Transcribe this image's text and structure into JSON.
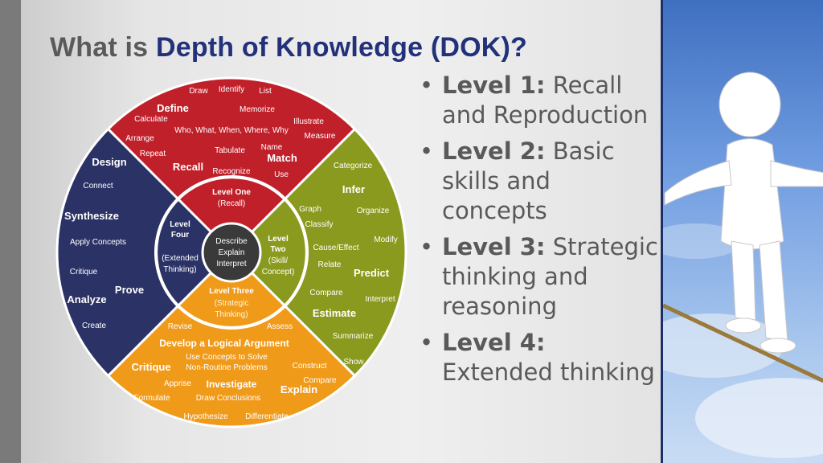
{
  "title": {
    "part1": "What is ",
    "part2": "Depth of Knowledge (DOK)?"
  },
  "bullets": [
    {
      "level": "Level 1:",
      "desc": " Recall and Reproduction"
    },
    {
      "level": "Level 2:",
      "desc": " Basic skills and concepts"
    },
    {
      "level": "Level 3:",
      "desc": " Strategic thinking and reasoning"
    },
    {
      "level": "Level 4:",
      "desc": " Extended thinking"
    }
  ],
  "wheel": {
    "center": [
      "Describe",
      "Explain",
      "Interpret"
    ],
    "colors": {
      "level1": "#c0202a",
      "level2": "#8a9a1e",
      "level3": "#f09a1a",
      "level4": "#2b3366"
    },
    "levels": {
      "one": {
        "lines": [
          "Level One",
          "(Recall)"
        ]
      },
      "two": {
        "lines": [
          "Level",
          "Two",
          "(Skill/",
          "Concept)"
        ]
      },
      "three": {
        "lines": [
          "Level Three",
          "(Strategic",
          "Thinking)"
        ]
      },
      "four": {
        "lines": [
          "Level",
          "Four",
          "(Extended",
          "Thinking)"
        ]
      }
    },
    "words_red": [
      "Draw",
      "Identify",
      "List",
      "Define",
      "Memorize",
      "Calculate",
      "Illustrate",
      "Who, What, When, Where, Why",
      "Arrange",
      "Measure",
      "Name",
      "Repeat",
      "Tabulate",
      "Match",
      "Recall",
      "Recognize",
      "Use"
    ],
    "words_green": [
      "Categorize",
      "Infer",
      "Graph",
      "Organize",
      "Classify",
      "Modify",
      "Cause/Effect",
      "Relate",
      "Predict",
      "Compare",
      "Interpret",
      "Estimate",
      "Summarize",
      "Show"
    ],
    "words_orange": [
      "Revise",
      "Assess",
      "Develop a Logical Argument",
      "Use Concepts to Solve",
      "Critique",
      "Non-Routine Problems",
      "Construct",
      "Compare",
      "Apprise",
      "Investigate",
      "Explain",
      "Formulate",
      "Draw Conclusions",
      "Hypothesize",
      "Differentiate"
    ],
    "words_navy": [
      "Design",
      "Connect",
      "Synthesize",
      "Apply Concepts",
      "Critique",
      "Prove",
      "Analyze",
      "Create"
    ]
  },
  "photo": {
    "alt": ""
  }
}
